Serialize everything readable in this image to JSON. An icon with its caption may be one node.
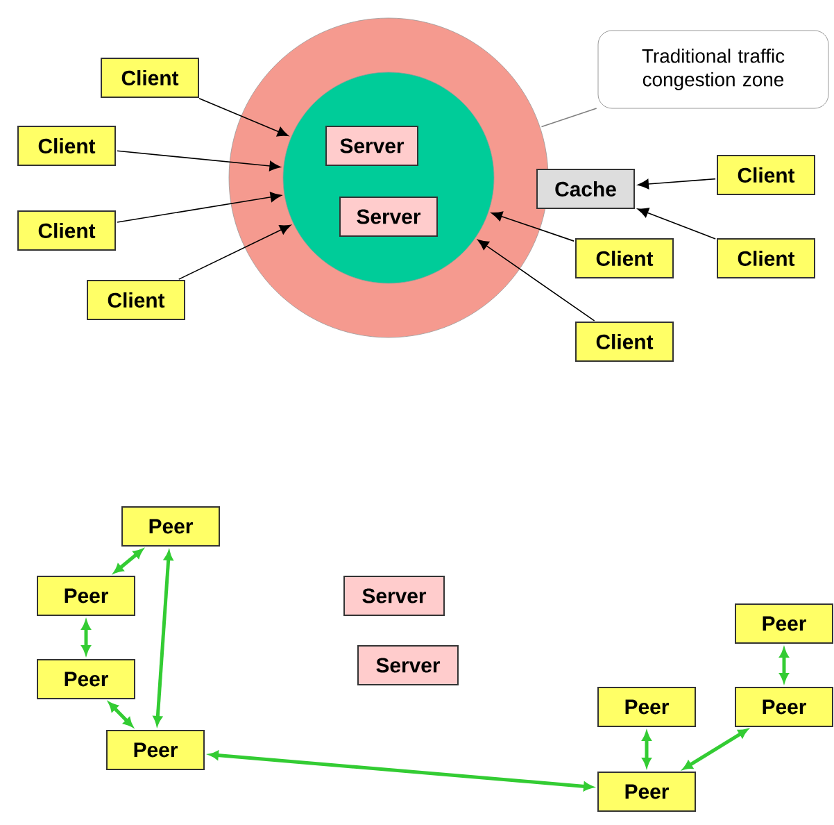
{
  "diagram": {
    "nodes": [
      {
        "text": [],
        "shape": "circle"
      },
      {
        "text": [],
        "shape": "circle",
        "in": 0
      },
      {
        "text": [
          "Server"
        ],
        "in": 1
      },
      {
        "text": [
          "Server"
        ],
        "in": 1
      },
      {
        "text": [
          "Traditional traffic congestion zone"
        ]
      },
      {
        "text": [
          "Client"
        ]
      },
      {
        "text": [
          "Client"
        ]
      },
      {
        "text": [
          "Client"
        ]
      },
      {
        "text": [
          "Client"
        ]
      },
      {
        "text": [
          "Cache"
        ]
      },
      {
        "text": [
          "Client"
        ]
      },
      {
        "text": [
          "Client"
        ]
      },
      {
        "text": [
          "Client"
        ]
      },
      {
        "text": [
          "Client"
        ]
      },
      {
        "text": [
          "Peer"
        ]
      },
      {
        "text": [
          "Peer"
        ]
      },
      {
        "text": [
          "Server"
        ]
      },
      {
        "text": [
          "Peer"
        ]
      },
      {
        "text": [
          "Peer"
        ]
      },
      {
        "text": [
          "Server"
        ]
      },
      {
        "text": [
          "Peer"
        ]
      },
      {
        "text": [
          "Peer"
        ]
      },
      {
        "text": [
          "Peer"
        ]
      },
      {
        "text": [
          "Peer"
        ]
      }
    ],
    "edges": [
      {
        "from": 4,
        "to": 0,
        "arrow": "none",
        "color": "#808080"
      },
      {
        "from": 5,
        "to": 1,
        "arrow": "to"
      },
      {
        "from": 6,
        "to": 1,
        "arrow": "to"
      },
      {
        "from": 7,
        "to": 1,
        "arrow": "to"
      },
      {
        "from": 8,
        "to": 1,
        "arrow": "to"
      },
      {
        "from": 10,
        "to": 9,
        "arrow": "to"
      },
      {
        "from": 12,
        "to": 9,
        "arrow": "to"
      },
      {
        "from": 11,
        "to": 1,
        "arrow": "to"
      },
      {
        "from": 13,
        "to": 1,
        "arrow": "to"
      },
      {
        "from": 14,
        "to": 15,
        "arrow": "both",
        "style": "thick",
        "color": "#33cc33"
      },
      {
        "from": 14,
        "to": 22,
        "arrow": "both",
        "style": "thick",
        "color": "#33cc33"
      },
      {
        "from": 15,
        "to": 18,
        "arrow": "both",
        "style": "thick",
        "color": "#33cc33"
      },
      {
        "from": 18,
        "to": 22,
        "arrow": "both",
        "style": "thick",
        "color": "#33cc33"
      },
      {
        "from": 22,
        "to": 23,
        "arrow": "both",
        "style": "thick",
        "color": "#33cc33"
      },
      {
        "from": 20,
        "to": 23,
        "arrow": "both",
        "style": "thick",
        "color": "#33cc33"
      },
      {
        "from": 23,
        "to": 21,
        "arrow": "both",
        "style": "thick",
        "color": "#33cc33"
      },
      {
        "from": 17,
        "to": 21,
        "arrow": "both",
        "style": "thick",
        "color": "#33cc33"
      }
    ]
  }
}
